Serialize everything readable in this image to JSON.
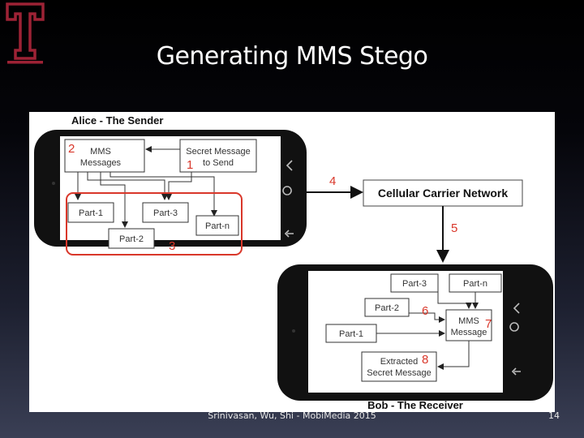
{
  "slide": {
    "title": "Generating MMS Stego",
    "footer": "Srinivasan, Wu, Shi - MobiMedia 2015",
    "page_number": "14"
  },
  "diagram": {
    "sender_label": "Alice - The Sender",
    "receiver_label": "Bob - The Receiver",
    "network_label": "Cellular Carrier Network",
    "mms_messages": [
      "MMS",
      "Messages"
    ],
    "secret_message": [
      "Secret Message",
      "to Send"
    ],
    "sender_parts": [
      "Part-1",
      "Part-3",
      "Part-2",
      "Part-n"
    ],
    "receiver_parts": [
      "Part-3",
      "Part-n",
      "Part-2",
      "Part-1"
    ],
    "mms_message": [
      "MMS",
      "Message"
    ],
    "extracted_secret": [
      "Extracted",
      "Secret Message"
    ],
    "steps": [
      "1",
      "2",
      "3",
      "4",
      "5",
      "6",
      "7",
      "8"
    ],
    "step_color": "#d9372a",
    "phone_color": "#111111"
  }
}
